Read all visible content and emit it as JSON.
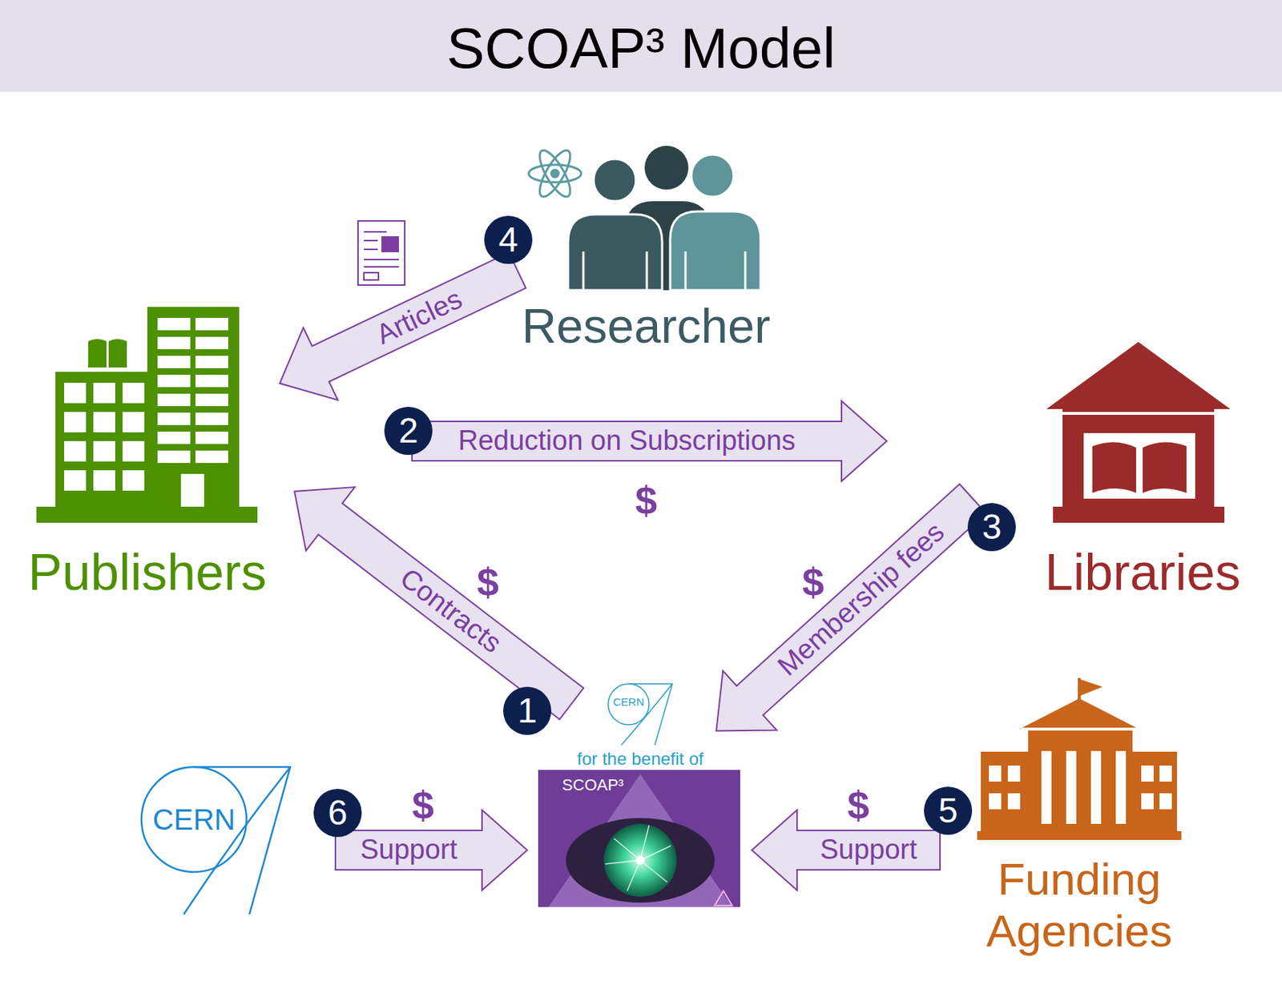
{
  "diagram": {
    "title": "SCOAP³ Model",
    "nodes": [
      {
        "text": [
          "Researcher"
        ]
      },
      {
        "text": [
          "Publishers"
        ]
      },
      {
        "text": [
          "Libraries"
        ]
      },
      {
        "text": [
          "for the benefit of",
          "SCOAP³"
        ]
      },
      {
        "text": [
          "CERN"
        ]
      },
      {
        "text": [
          "Funding Agencies"
        ]
      }
    ],
    "edges": [
      {
        "from": 0,
        "to": 1,
        "arrow": "to",
        "label": "Articles"
      },
      {
        "from": 1,
        "to": 2,
        "arrow": "to",
        "label": "Reduction on Subscriptions"
      },
      {
        "from": 3,
        "to": 1,
        "arrow": "to",
        "label": "Contracts"
      },
      {
        "from": 2,
        "to": 3,
        "arrow": "to",
        "label": "Membership fees"
      },
      {
        "from": 5,
        "to": 3,
        "arrow": "to",
        "label": "Support"
      },
      {
        "from": 4,
        "to": 3,
        "arrow": "to",
        "label": "Support"
      }
    ],
    "labels": [
      "4",
      "2",
      "$",
      "$",
      "$",
      "3",
      "1",
      "CERN",
      "6",
      "$",
      "$",
      "5"
    ]
  }
}
